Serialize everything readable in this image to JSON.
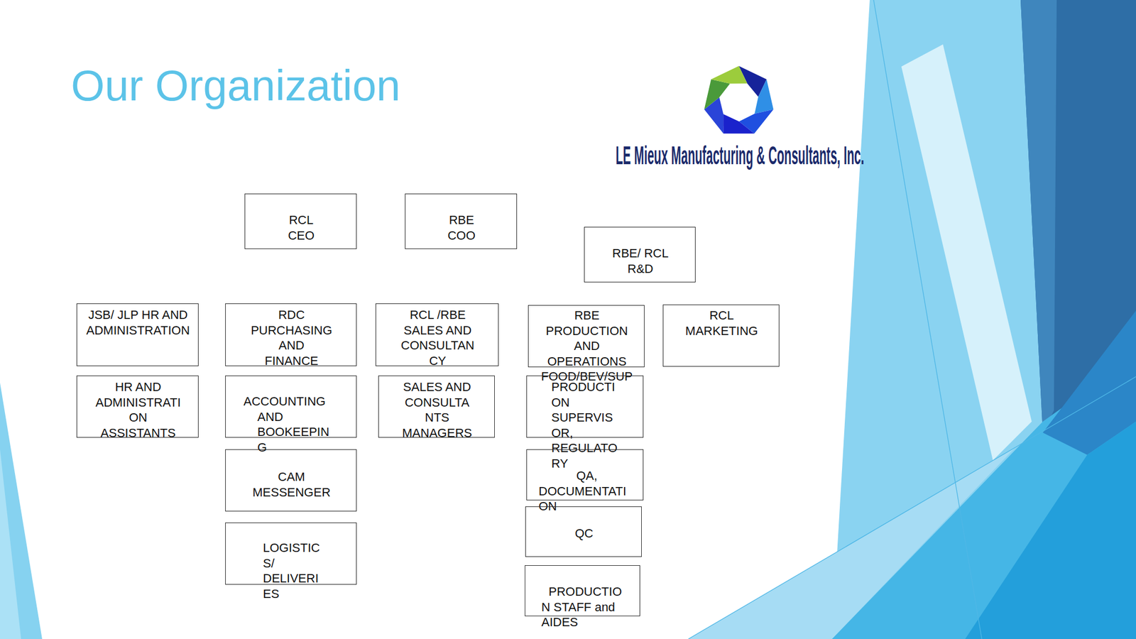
{
  "diagram": {
    "title": "Our Organization",
    "nodes": [
      {
        "text": [
          "RCL CEO"
        ]
      },
      {
        "text": [
          "RBE COO"
        ]
      },
      {
        "text": [
          "RBE/ RCL R&D"
        ]
      },
      {
        "text": [
          "JSB/ JLP HR AND ADMINISTRATION"
        ]
      },
      {
        "text": [
          "RDC PURCHASING AND FINANCE"
        ]
      },
      {
        "text": [
          "RCL /RBE SALES AND CONSULTANCY"
        ]
      },
      {
        "text": [
          "RBE PRODUCTION AND OPERATIONS FOOD/BEV/SUP"
        ]
      },
      {
        "text": [
          "RCL MARKETING"
        ]
      },
      {
        "text": [
          "HR AND ADMINISTRATION ASSISTANTS"
        ]
      },
      {
        "text": [
          "ACCOUNTING AND BOOKEEPING"
        ]
      },
      {
        "text": [
          "SALES AND CONSULTANTS MANAGERS"
        ]
      },
      {
        "text": [
          "PRODUCTION SUPERVISOR, REGULATORY"
        ]
      },
      {
        "text": [
          "CAM MESSENGER"
        ]
      },
      {
        "text": [
          "QA, DOCUMENTATION"
        ]
      },
      {
        "text": [
          "QC"
        ]
      },
      {
        "text": [
          "LOGISTICS/ DELIVERIES"
        ]
      },
      {
        "text": [
          "PRODUCTION STAFF and AIDES"
        ]
      }
    ],
    "labels": [
      "LE Mieux Manufacturing & Consultants, Inc."
    ]
  }
}
